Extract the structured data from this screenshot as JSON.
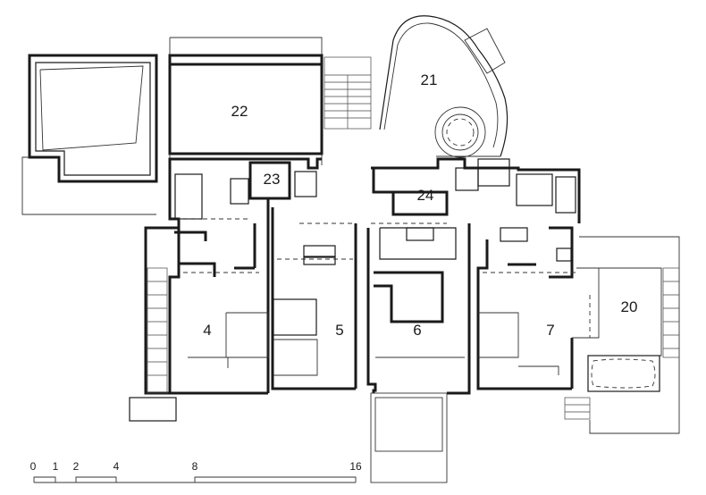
{
  "rooms": [
    {
      "id": "4",
      "label": "4"
    },
    {
      "id": "5",
      "label": "5"
    },
    {
      "id": "6",
      "label": "6"
    },
    {
      "id": "7",
      "label": "7"
    },
    {
      "id": "20",
      "label": "20"
    },
    {
      "id": "21",
      "label": "21"
    },
    {
      "id": "22",
      "label": "22"
    },
    {
      "id": "23",
      "label": "23"
    },
    {
      "id": "24",
      "label": "24"
    }
  ],
  "scale_bar": {
    "ticks": [
      "0",
      "1",
      "2",
      "4",
      "8",
      "16"
    ]
  }
}
